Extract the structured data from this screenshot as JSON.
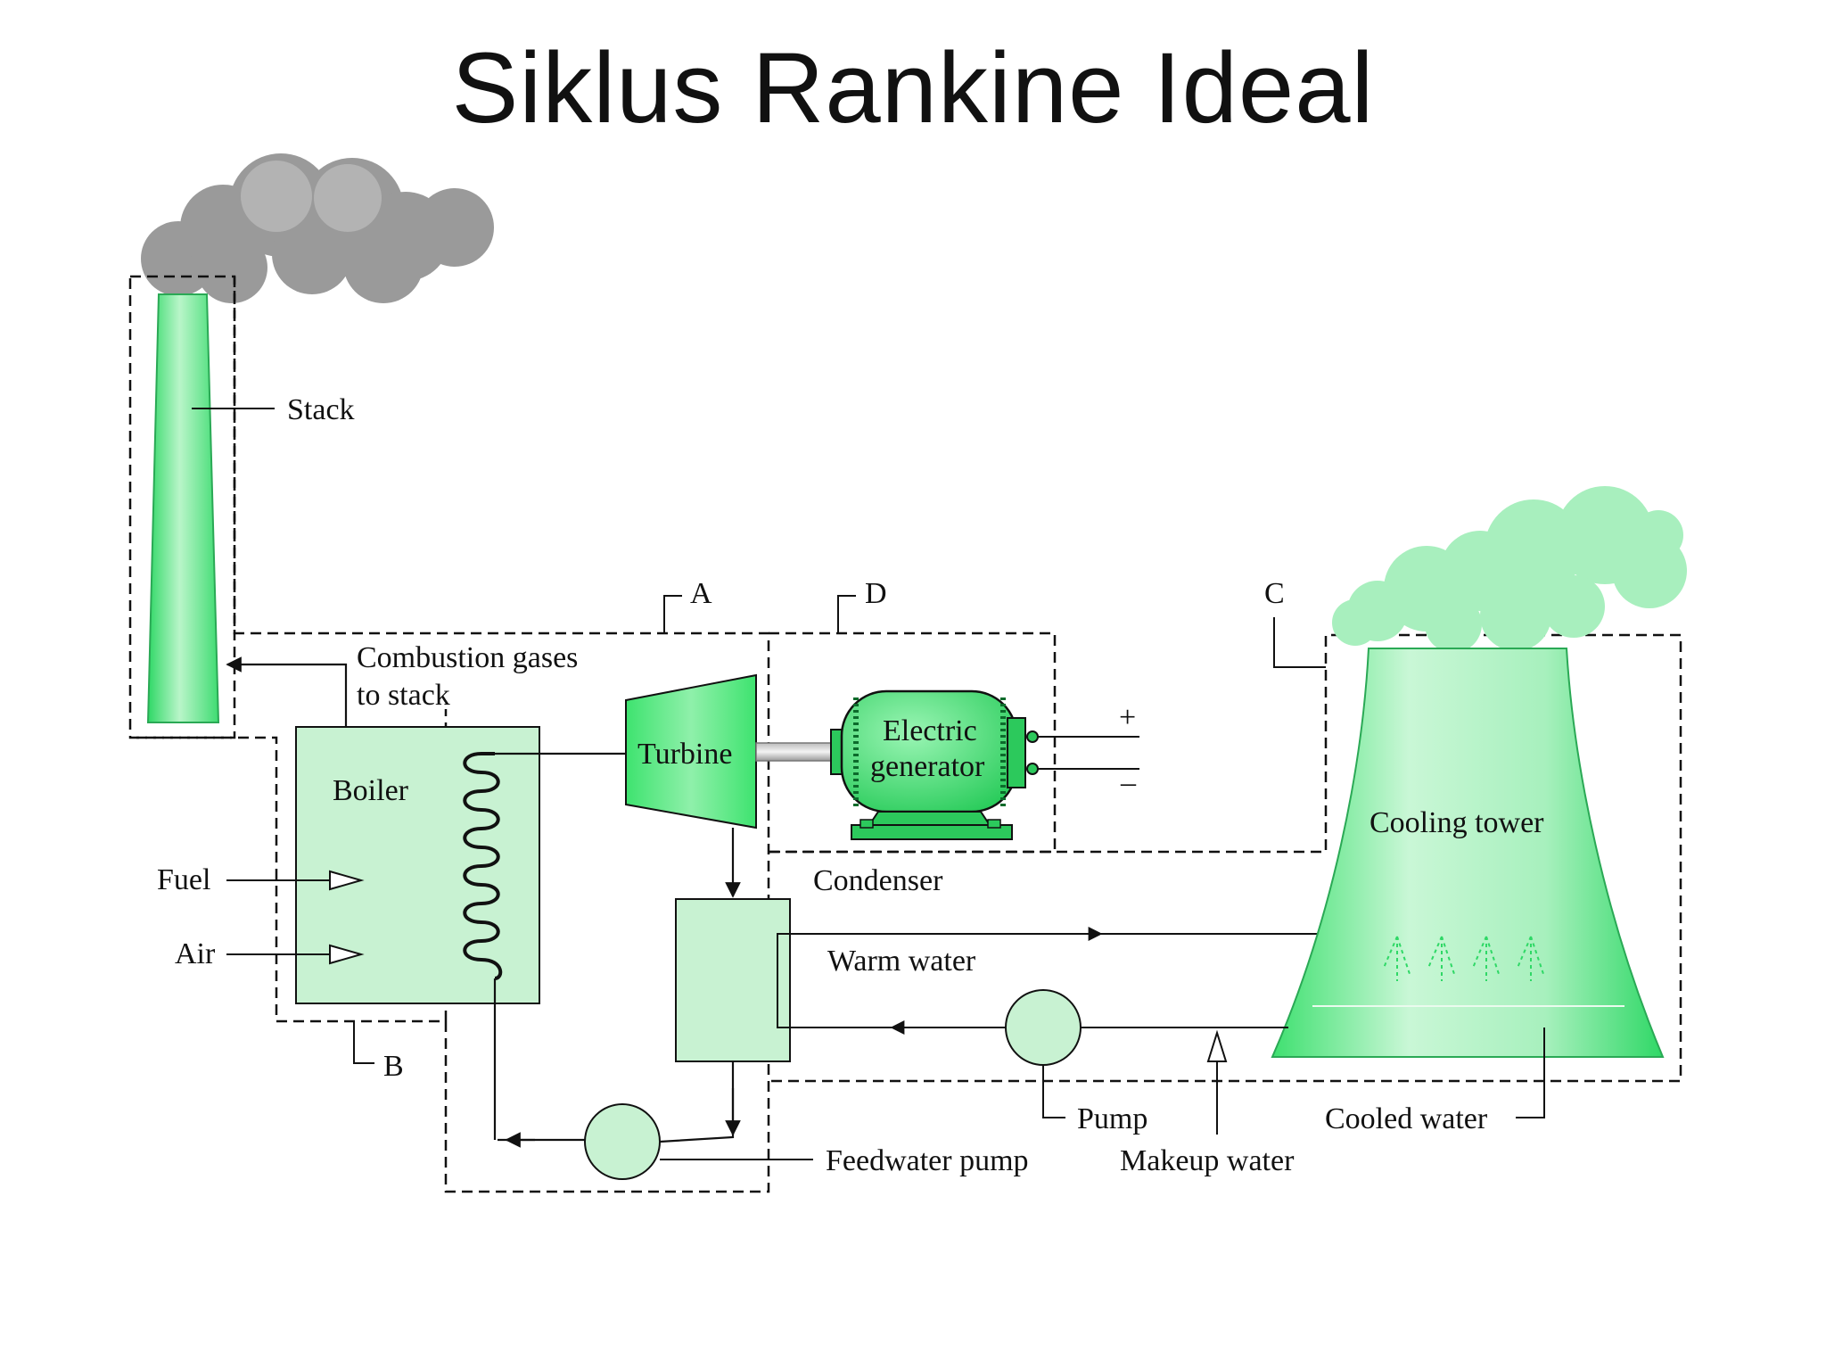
{
  "title": "Siklus Rankine Ideal",
  "labels": {
    "stack": "Stack",
    "combustion_line1": "Combustion gases",
    "combustion_line2": "to stack",
    "boiler": "Boiler",
    "fuel": "Fuel",
    "air": "Air",
    "turbine": "Turbine",
    "generator_line1": "Electric",
    "generator_line2": "generator",
    "plus": "+",
    "minus": "–",
    "condenser": "Condenser",
    "warm_water": "Warm water",
    "cooling_tower": "Cooling tower",
    "pump": "Pump",
    "feedwater_pump": "Feedwater pump",
    "makeup_water": "Makeup water",
    "cooled_water": "Cooled water",
    "region_a": "A",
    "region_b": "B",
    "region_c": "C",
    "region_d": "D"
  },
  "colors": {
    "equipment_fill": "#c8f2d2",
    "equipment_bright": "#4be37a",
    "smoke": "#9a9a9a",
    "steam_cloud": "#a8efbe",
    "line": "#111111"
  }
}
